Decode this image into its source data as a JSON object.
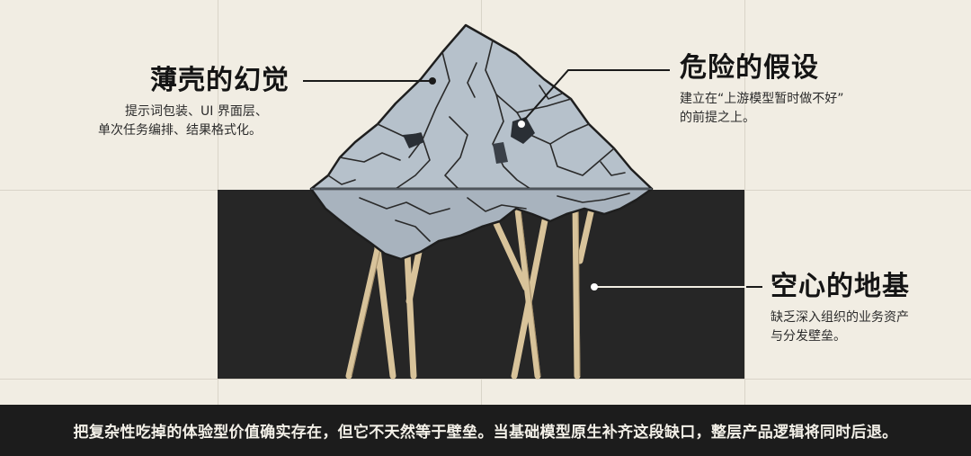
{
  "labels": {
    "illusion": {
      "title": "薄壳的幻觉",
      "desc_line1": "提示词包装、UI 界面层、",
      "desc_line2": "单次任务编排、结果格式化。"
    },
    "assumption": {
      "title": "危险的假设",
      "desc_line1": "建立在“上游模型暂时做不好”",
      "desc_line2": "的前提之上。"
    },
    "foundation": {
      "title": "空心的地基",
      "desc_line1": "缺乏深入组织的业务资产",
      "desc_line2": "与分发壁垒。"
    }
  },
  "footer": {
    "text": "把复杂性吃掉的体验型价值确实存在，但它不天然等于壁垒。当基础模型原生补齐这段缺口，整层产品逻辑将同时后退。"
  },
  "colors": {
    "background": "#f1ede3",
    "dark_block": "#262626",
    "rock": "#a9b4bf",
    "stilts": "#d8c39a",
    "footer_bg": "#1c1c1c"
  }
}
